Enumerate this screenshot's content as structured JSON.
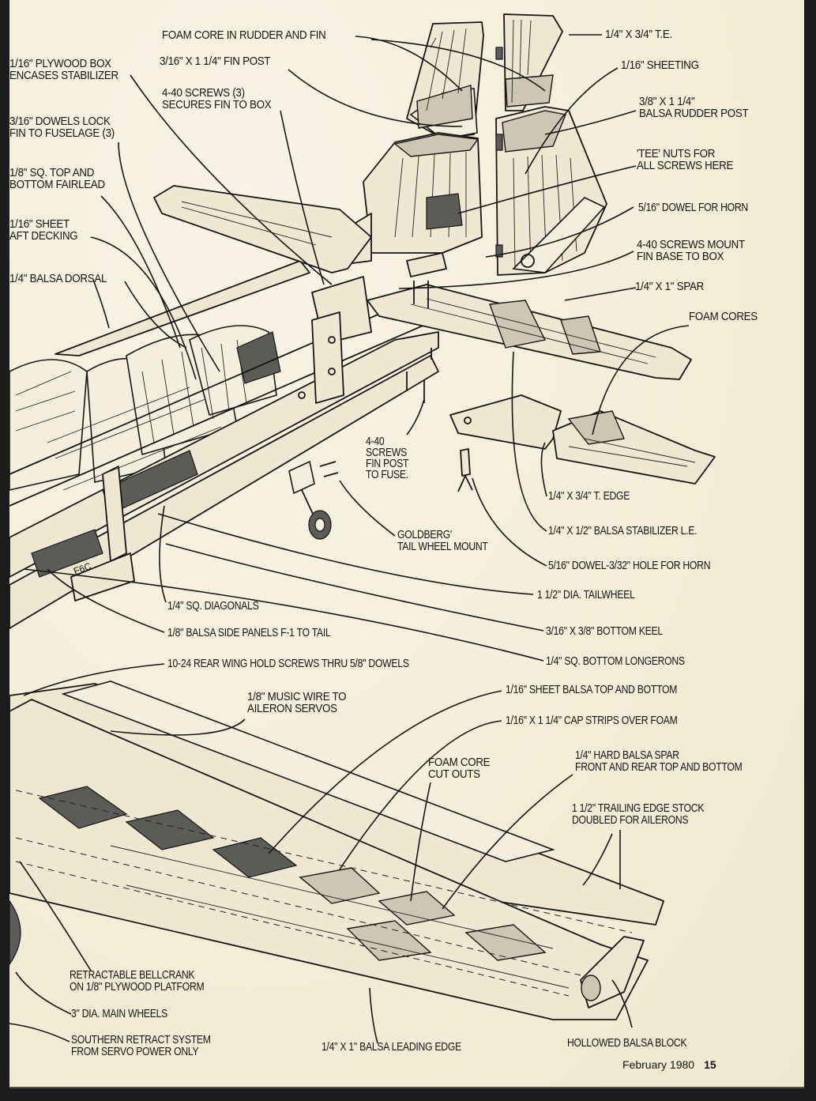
{
  "page": {
    "month_year": "February 1980",
    "page_number": "15"
  },
  "labels": {
    "foam_core_rudder_fin": "FOAM CORE IN RUDDER AND FIN",
    "te_quarter_by_three_quarter": "1/4\" X 3/4\" T.E.",
    "plywood_box": [
      "1/16\" PLYWOOD BOX",
      "ENCASES STABILIZER"
    ],
    "fin_post": "3/16\" X 1 1/4\" FIN POST",
    "sheeting": "1/16\" SHEETING",
    "screws_secure_fin": [
      "4-40 SCREWS (3)",
      "SECURES FIN TO BOX"
    ],
    "rudder_post": [
      "3/8\" X 1 1/4\"",
      "BALSA RUDDER POST"
    ],
    "dowels_lock": [
      "3/16\" DOWELS LOCK",
      "FIN TO FUSELAGE (3)"
    ],
    "tee_nuts": [
      "'TEE' NUTS FOR",
      "ALL SCREWS HERE"
    ],
    "fairlead": [
      "1/8\" SQ. TOP AND",
      "BOTTOM FAIRLEAD"
    ],
    "dowel_for_horn": "5/16\" DOWEL FOR HORN",
    "aft_decking": [
      "1/16\" SHEET",
      "AFT DECKING"
    ],
    "screws_mount_fin_base": [
      "4-40 SCREWS MOUNT",
      "FIN BASE TO BOX"
    ],
    "spar": "1/4\" X 1\" SPAR",
    "balsa_dorsal": "1/4\" BALSA DORSAL",
    "foam_cores": "FOAM CORES",
    "screws_fin_post": [
      "4-40",
      "SCREWS",
      "FIN POST",
      "TO FUSE."
    ],
    "t_edge": "1/4\" X 3/4\" T. EDGE",
    "stabilizer_le": "1/4\" X 1/2\" BALSA STABILIZER L.E.",
    "tail_wheel_mount": [
      "GOLDBERG'",
      "TAIL WHEEL MOUNT"
    ],
    "dowel_hole_horn": "5/16\" DOWEL-3/32\" HOLE FOR HORN",
    "tailwheel": "1 1/2\" DIA. TAILWHEEL",
    "diagonals": "1/4\" SQ. DIAGONALS",
    "bottom_keel": "3/16\" X 3/8\" BOTTOM KEEL",
    "side_panels": "1/8\" BALSA SIDE PANELS F-1 TO TAIL",
    "bottom_longerons": "1/4\" SQ. BOTTOM LONGERONS",
    "wing_hold_screws": "10-24 REAR WING HOLD SCREWS THRU 5/8\" DOWELS",
    "sheet_balsa_top_bottom": "1/16\" SHEET BALSA TOP AND BOTTOM",
    "music_wire": [
      "1/8\" MUSIC WIRE TO",
      "AILERON SERVOS"
    ],
    "cap_strips": "1/16\" X 1 1/4\" CAP STRIPS OVER FOAM",
    "foam_core_cutouts": [
      "FOAM CORE",
      "CUT OUTS"
    ],
    "hard_balsa_spar": [
      "1/4\" HARD BALSA SPAR",
      "FRONT AND REAR TOP AND BOTTOM"
    ],
    "trailing_edge_stock": [
      "1 1/2\" TRAILING EDGE STOCK",
      "DOUBLED FOR AILERONS"
    ],
    "bellcrank": [
      "RETRACTABLE BELLCRANK",
      "ON 1/8\" PLYWOOD PLATFORM"
    ],
    "main_wheels": "3\" DIA. MAIN WHEELS",
    "retract_system": [
      "SOUTHERN RETRACT SYSTEM",
      "FROM SERVO POWER ONLY"
    ],
    "leading_edge": "1/4\" X 1\" BALSA LEADING EDGE",
    "hollowed_block": "HOLLOWED BALSA BLOCK"
  },
  "part_marks": {
    "former": "F6C"
  }
}
